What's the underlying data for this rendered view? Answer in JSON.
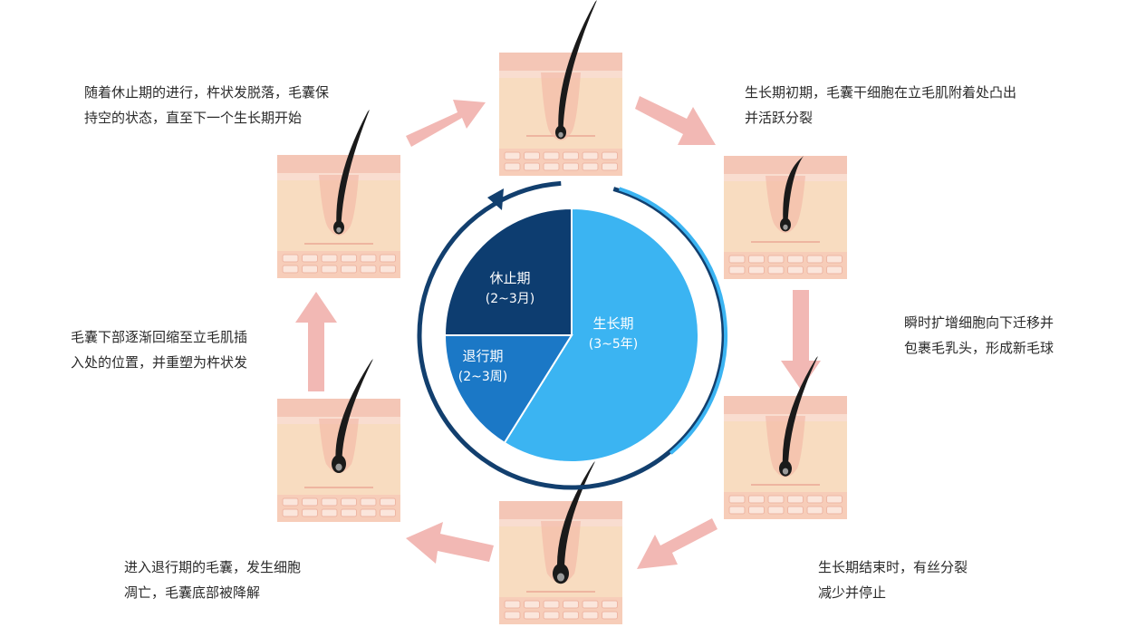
{
  "pie": {
    "segments": [
      {
        "key": "growth",
        "label": "生长期",
        "duration": "(3~5年)",
        "color": "#3bb4f2"
      },
      {
        "key": "regression",
        "label": "退行期",
        "duration": "(2~3周)",
        "color": "#1b78c6"
      },
      {
        "key": "resting",
        "label": "休止期",
        "duration": "(2~3月)",
        "color": "#0d3d70"
      }
    ],
    "ring_color": "#123f6e"
  },
  "captions": {
    "early_growth": [
      "生长期初期，毛囊干细胞在立毛肌附着处凸出",
      "并活跃分裂"
    ],
    "migration": [
      "瞬时扩增细胞向下迁移并",
      "包裹毛乳头，形成新毛球"
    ],
    "growth_end": [
      "生长期结束时，有丝分裂",
      "减少并停止"
    ],
    "regression": [
      "进入退行期的毛囊，发生细胞",
      "凋亡，毛囊底部被降解"
    ],
    "reshape": [
      "毛囊下部逐渐回缩至立毛肌插",
      "入处的位置，并重塑为杵状发"
    ],
    "resting": [
      "随着休止期的进行，杵状发脱落，毛囊保",
      "持空的状态，直至下一个生长期开始"
    ]
  },
  "colors": {
    "skin_top": "#f6c9bb",
    "skin_body": "#f8dcc0",
    "arrow": "#f2b8b4",
    "hair": "#1a1a1a"
  }
}
